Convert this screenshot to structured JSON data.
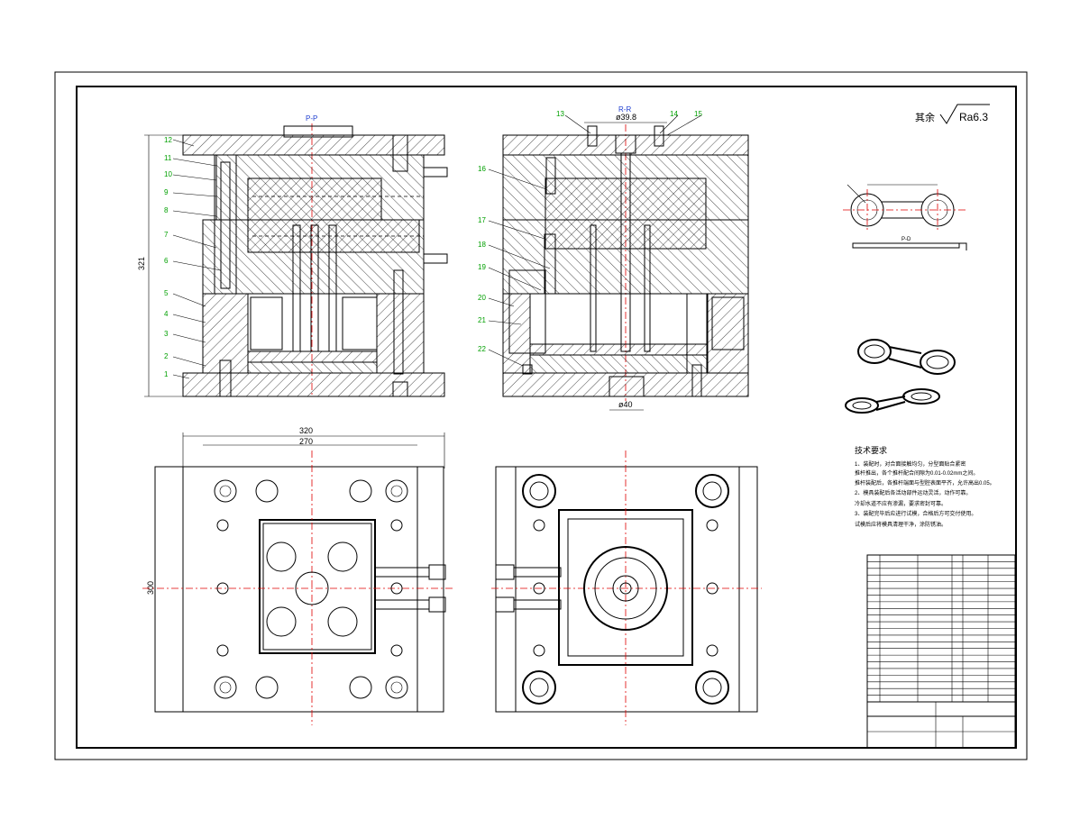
{
  "sections": {
    "pp": "P-P",
    "rr": "R-R",
    "rr_dim": "ø39.8",
    "bottom_dim": "ø40"
  },
  "roughness": {
    "prefix": "其余",
    "value": "Ra6.3"
  },
  "dims": {
    "height": "321",
    "width_outer": "320",
    "width_inner": "270",
    "plan_height": "300"
  },
  "left_labels": [
    "12",
    "11",
    "10",
    "9",
    "8",
    "7",
    "6",
    "5",
    "4",
    "3",
    "2",
    "1"
  ],
  "right_labels": [
    "16",
    "17",
    "18",
    "19",
    "20",
    "21",
    "22"
  ],
  "top_labels": [
    "13",
    "14",
    "15"
  ],
  "tech_notes": {
    "title": "技术要求",
    "lines": [
      "1、装配时，对合面接触均匀，分型面贴合紧密",
      "    推杆推出，各个推杆配合间隙为0.01-0.02mm之间。",
      "    推杆装配后，各推杆端面与型腔表面平齐，允许高出0.05。",
      "2、模具装配后各活动部件运动灵活，动作可靠。",
      "    冷却水道不应有渗漏，要求密封可靠。",
      "3、装配完毕后应进行试模，合格后方可交付使用。",
      "    试模后应将模具清理干净，涂防锈油。"
    ]
  },
  "part_view_label": "P-D",
  "colors": {
    "frame": "#000000",
    "label_green": "#00a000",
    "center_red": "#e00000",
    "blue_text": "#1f3fd0"
  }
}
